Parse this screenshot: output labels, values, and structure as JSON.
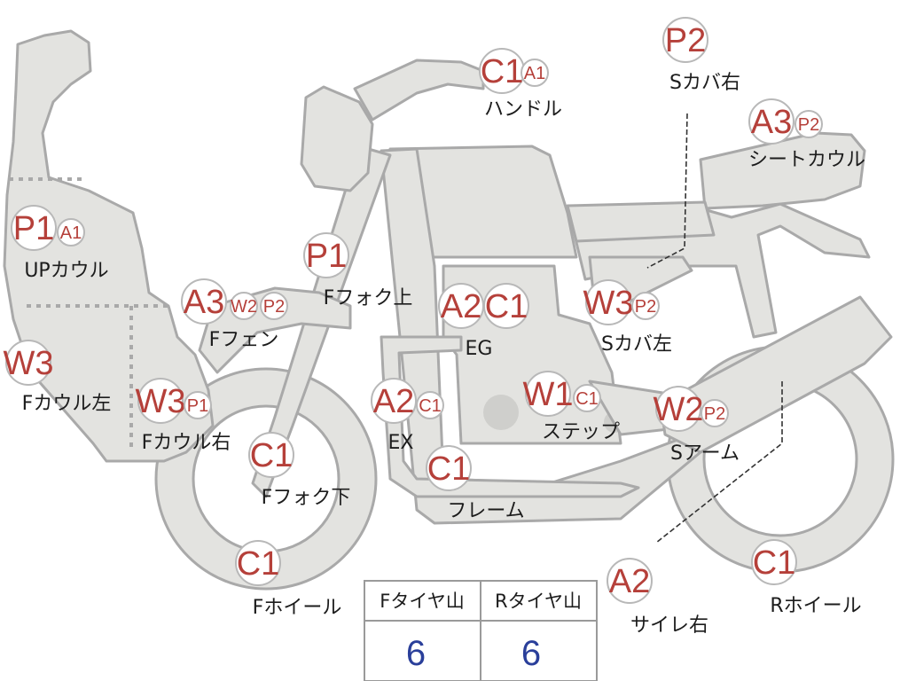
{
  "colors": {
    "body_fill": "#e3e3e0",
    "body_stroke": "#a9a9a9",
    "badge_text": "#b5403a",
    "tire_value": "#2a3f9a"
  },
  "parts": {
    "handle": {
      "label": "ハンドル",
      "badges": [
        "C1",
        "A1"
      ]
    },
    "s_cover_right": {
      "label": "Sカバ右",
      "badges": [
        "P2"
      ]
    },
    "seat_cowl": {
      "label": "シートカウル",
      "badges": [
        "A3",
        "P2"
      ]
    },
    "up_cowl": {
      "label": "UPカウル",
      "badges": [
        "P1",
        "A1"
      ]
    },
    "f_fork_upper": {
      "label": "Fフォク上",
      "badges": [
        "P1"
      ]
    },
    "f_fender": {
      "label": "Fフェン",
      "badges": [
        "A3",
        "W2",
        "P2"
      ]
    },
    "engine": {
      "label": "EG",
      "badges": [
        "A2",
        "C1"
      ]
    },
    "s_cover_left": {
      "label": "Sカバ左",
      "badges": [
        "W3",
        "P2"
      ]
    },
    "f_cowl_left": {
      "label": "Fカウル左",
      "badges": [
        "W3"
      ]
    },
    "f_cowl_right": {
      "label": "Fカウル右",
      "badges": [
        "W3",
        "P1"
      ]
    },
    "exhaust": {
      "label": "EX",
      "badges": [
        "A2",
        "C1"
      ]
    },
    "step": {
      "label": "ステップ",
      "badges": [
        "W1",
        "C1"
      ]
    },
    "swing_arm": {
      "label": "Sアーム",
      "badges": [
        "W2",
        "P2"
      ]
    },
    "f_fork_lower": {
      "label": "Fフォク下",
      "badges": [
        "C1"
      ]
    },
    "frame": {
      "label": "フレーム",
      "badges": [
        "C1"
      ]
    },
    "f_wheel": {
      "label": "Fホイール",
      "badges": [
        "C1"
      ]
    },
    "muffler_right": {
      "label": "サイレ右",
      "badges": [
        "A2"
      ]
    },
    "r_wheel": {
      "label": "Rホイール",
      "badges": [
        "C1"
      ]
    }
  },
  "tire_table": {
    "headers": [
      "Fタイヤ山",
      "Rタイヤ山"
    ],
    "values": [
      "6",
      "6"
    ]
  }
}
